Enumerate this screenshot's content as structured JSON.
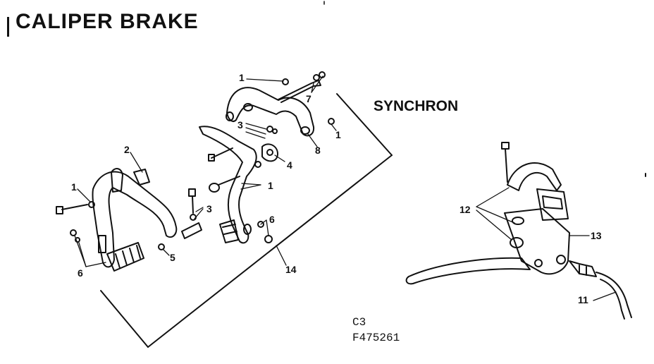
{
  "title": "CALIPER BRAKE",
  "subtitle": "SYNCHRON",
  "diagram_code": "C3",
  "part_number": "F475261",
  "colors": {
    "ink": "#111111",
    "paper": "#ffffff"
  },
  "callouts": {
    "c1_top": "1",
    "c1_right": "1",
    "c1_mid": "1",
    "c1_left": "1",
    "c2": "2",
    "c3_upper": "3",
    "c3_lower": "3",
    "c4": "4",
    "c5": "5",
    "c6_right": "6",
    "c6_left": "6",
    "c7": "7",
    "c8": "8",
    "c11": "11",
    "c12": "12",
    "c13": "13",
    "c14": "14"
  }
}
